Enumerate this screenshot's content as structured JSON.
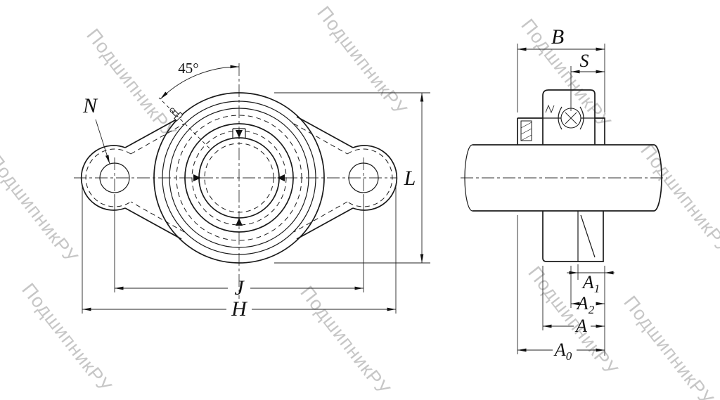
{
  "watermark": {
    "text": "ПодшипникРУ"
  },
  "front_view": {
    "angle_label": "45°",
    "n_label": "N",
    "l_label": "L",
    "j_label": "J",
    "h_label": "H"
  },
  "side_view": {
    "b_label": "B",
    "s_label": "S",
    "a_label": "A",
    "a1_base": "A",
    "a1_sub": "1",
    "a2_base": "A",
    "a2_sub": "2",
    "a0_base": "A",
    "a0_sub": "0"
  }
}
